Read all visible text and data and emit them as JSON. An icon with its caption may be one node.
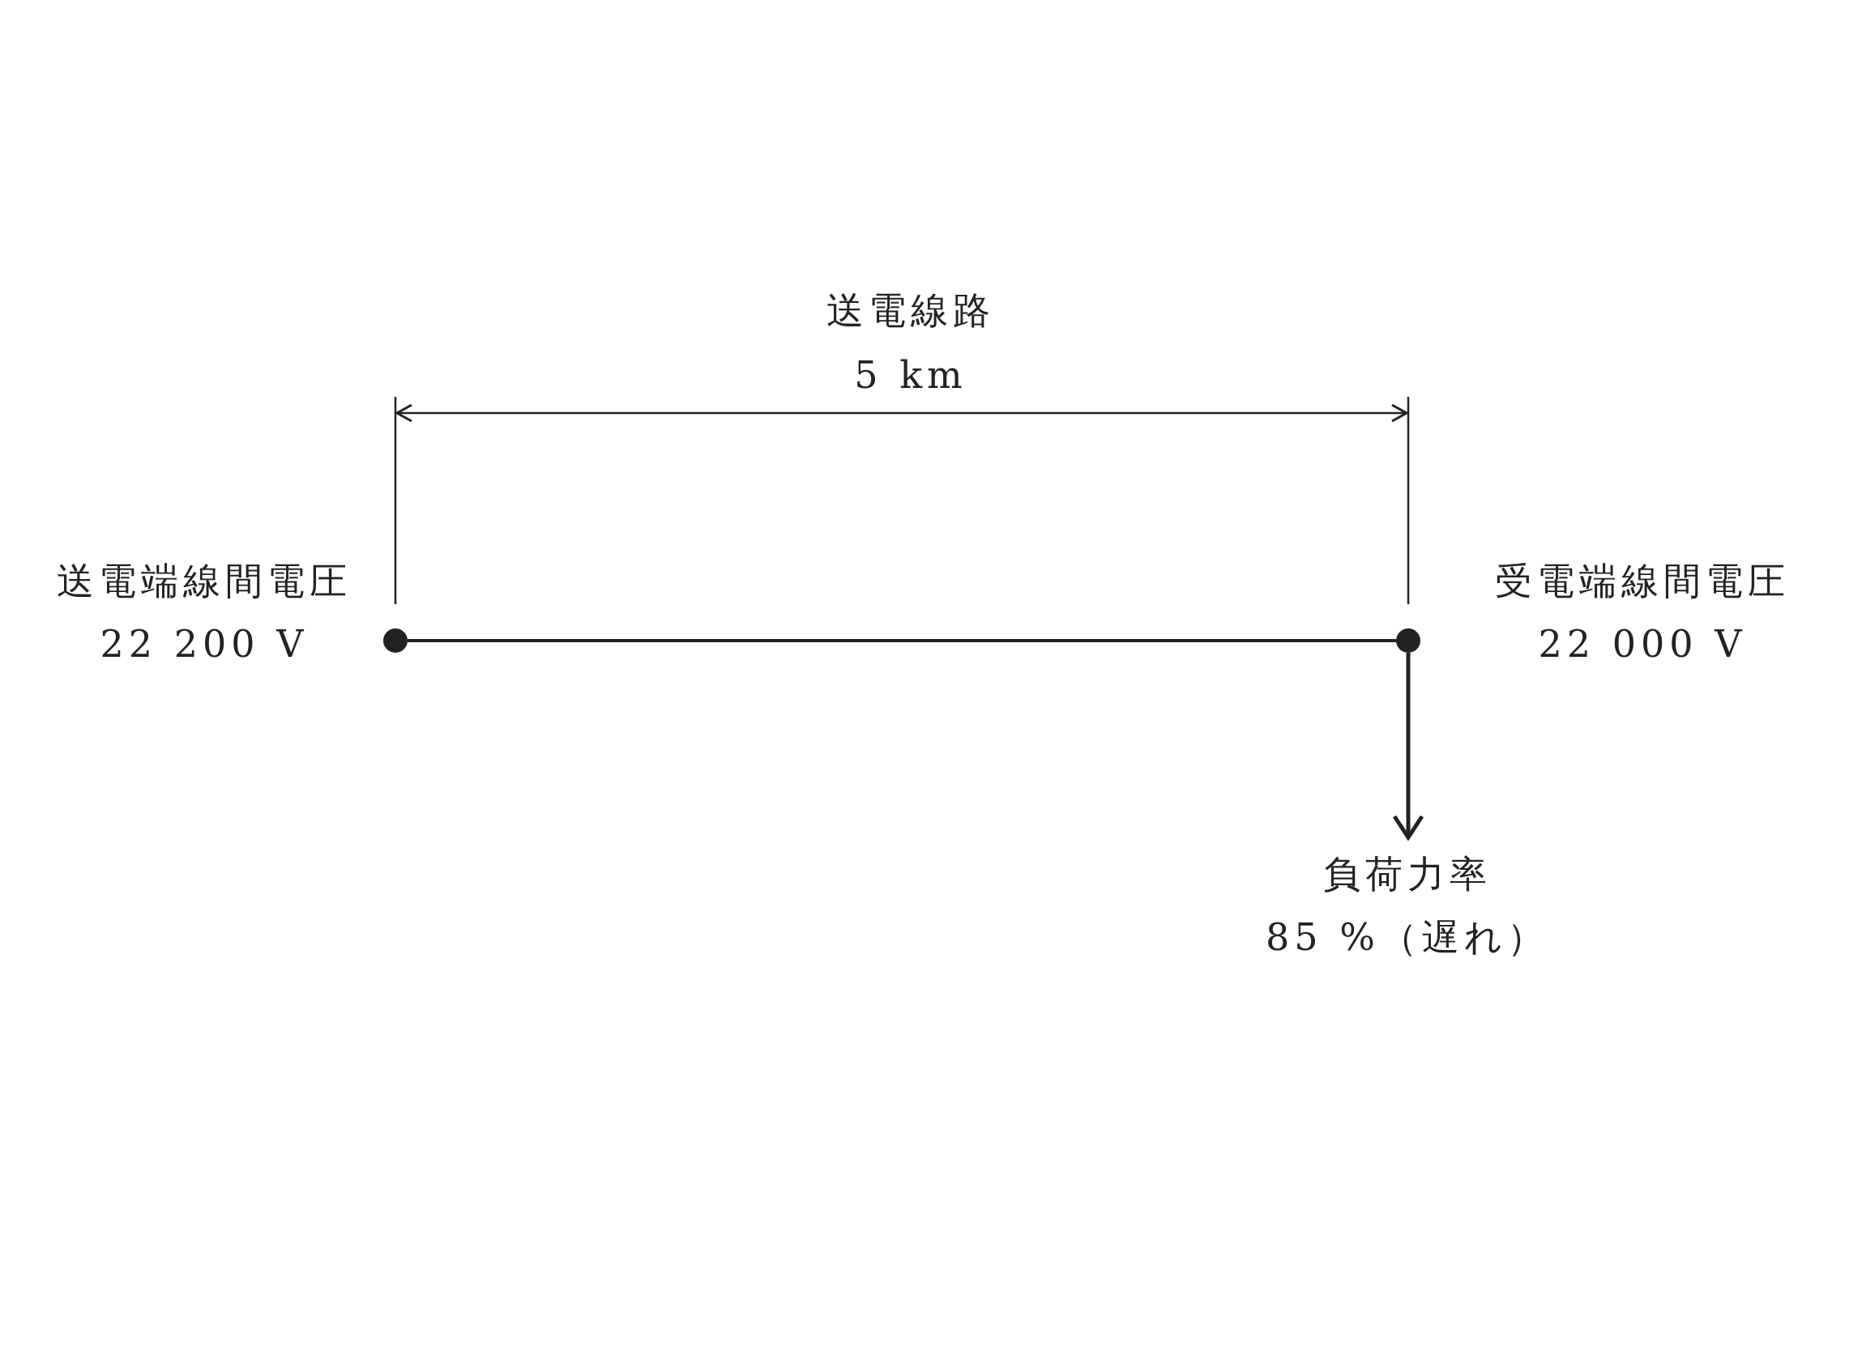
{
  "diagram": {
    "nodes": [
      {
        "text": [],
        "shape": "circle",
        "beside": [
          "送電端線間電圧",
          "22 200 V"
        ]
      },
      {
        "text": [],
        "shape": "circle",
        "beside": [
          "受電端線間電圧",
          "22 000 V"
        ]
      },
      {
        "text": [
          "負荷力率",
          "85 %（遅れ）"
        ]
      }
    ],
    "edges": [
      {
        "from": 0,
        "to": 1,
        "arrow": "none"
      },
      {
        "from": 1,
        "to": 2,
        "arrow": "to"
      }
    ],
    "labels": [
      "送電線路",
      "5 km"
    ]
  }
}
